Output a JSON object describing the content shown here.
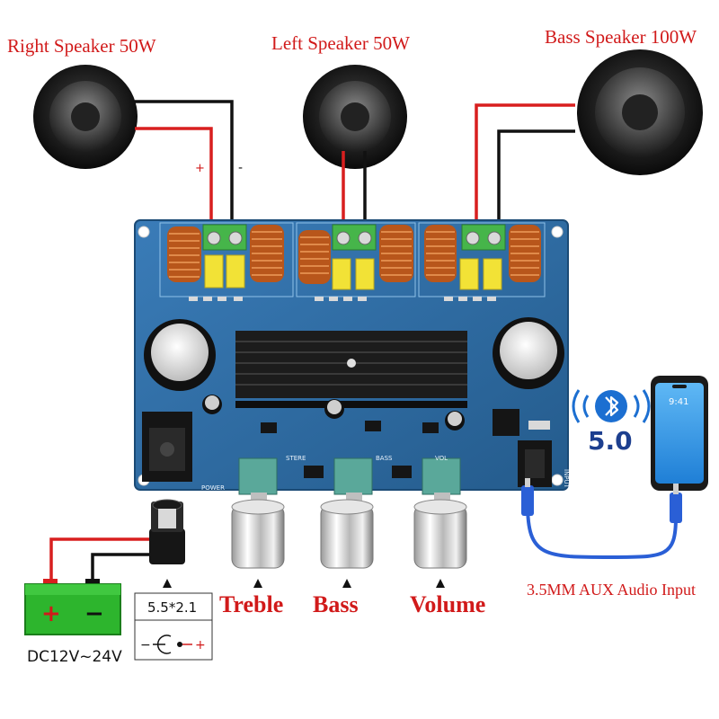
{
  "speakers": {
    "right": {
      "label": "Right Speaker 50W",
      "plus": "+",
      "minus": "-"
    },
    "left": {
      "label": "Left Speaker 50W"
    },
    "bass": {
      "label": "Bass Speaker 100W"
    }
  },
  "controls": {
    "treble": "Treble",
    "bass": "Bass",
    "volume": "Volume"
  },
  "power": {
    "battery_plus": "+",
    "battery_minus": "−",
    "voltage_label": "DC12V~24V",
    "jack_size": "5.5*2.1",
    "polarity_minus": "−",
    "polarity_plus": "+"
  },
  "bluetooth": {
    "version": "5.0",
    "phone_time": "9:41"
  },
  "aux_label": "3.5MM AUX Audio Input",
  "board_silkscreen": {
    "power": "POWER",
    "stereo": "STERE",
    "bass": "BASS",
    "vol": "VOL",
    "input": "INPUT"
  },
  "colors": {
    "label_red": "#d11a1a",
    "board_blue": "#2f6fa8",
    "wire_red": "#d81f1f",
    "wire_black": "#111111",
    "battery_green": "#2db52d",
    "cable_blue": "#2a5fd6"
  }
}
